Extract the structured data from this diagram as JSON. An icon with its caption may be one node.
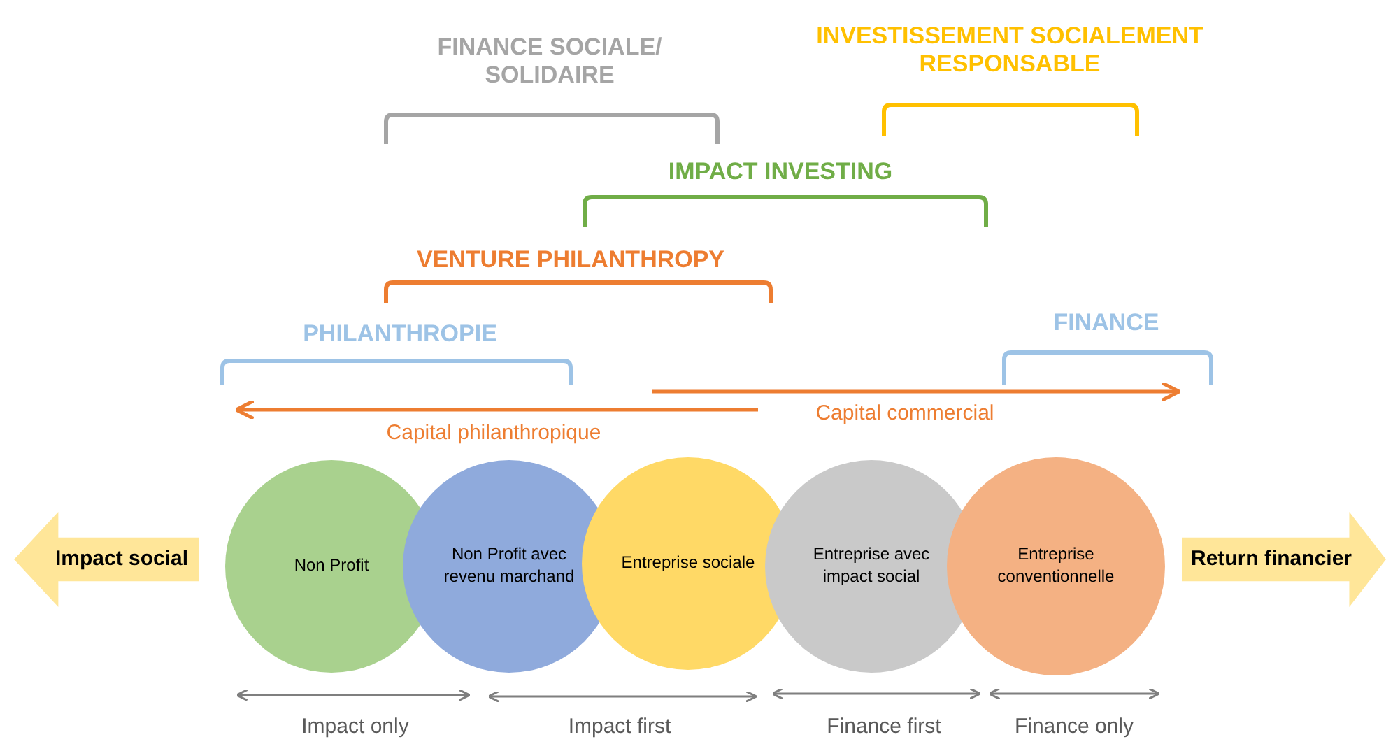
{
  "diagram": {
    "nodes": [
      {
        "text": [
          "Impact social"
        ]
      },
      {
        "text": [
          "Non Profit"
        ]
      },
      {
        "text": [
          "Non Profit avec revenu marchand"
        ]
      },
      {
        "text": [
          "Entreprise sociale"
        ]
      },
      {
        "text": [
          "Entreprise avec impact social"
        ]
      },
      {
        "text": [
          "Entreprise conventionnelle"
        ]
      },
      {
        "text": [
          "Return financier"
        ]
      }
    ],
    "labels": [
      "FINANCE SOCIALE/ SOLIDAIRE",
      "INVESTISSEMENT SOCIALEMENT RESPONSABLE",
      "IMPACT INVESTING",
      "VENTURE PHILANTHROPY",
      "PHILANTHROPIE",
      "FINANCE",
      "Capital commercial",
      "Capital philanthropique",
      "Impact only",
      "Impact first",
      "Finance first",
      "Finance only"
    ]
  }
}
